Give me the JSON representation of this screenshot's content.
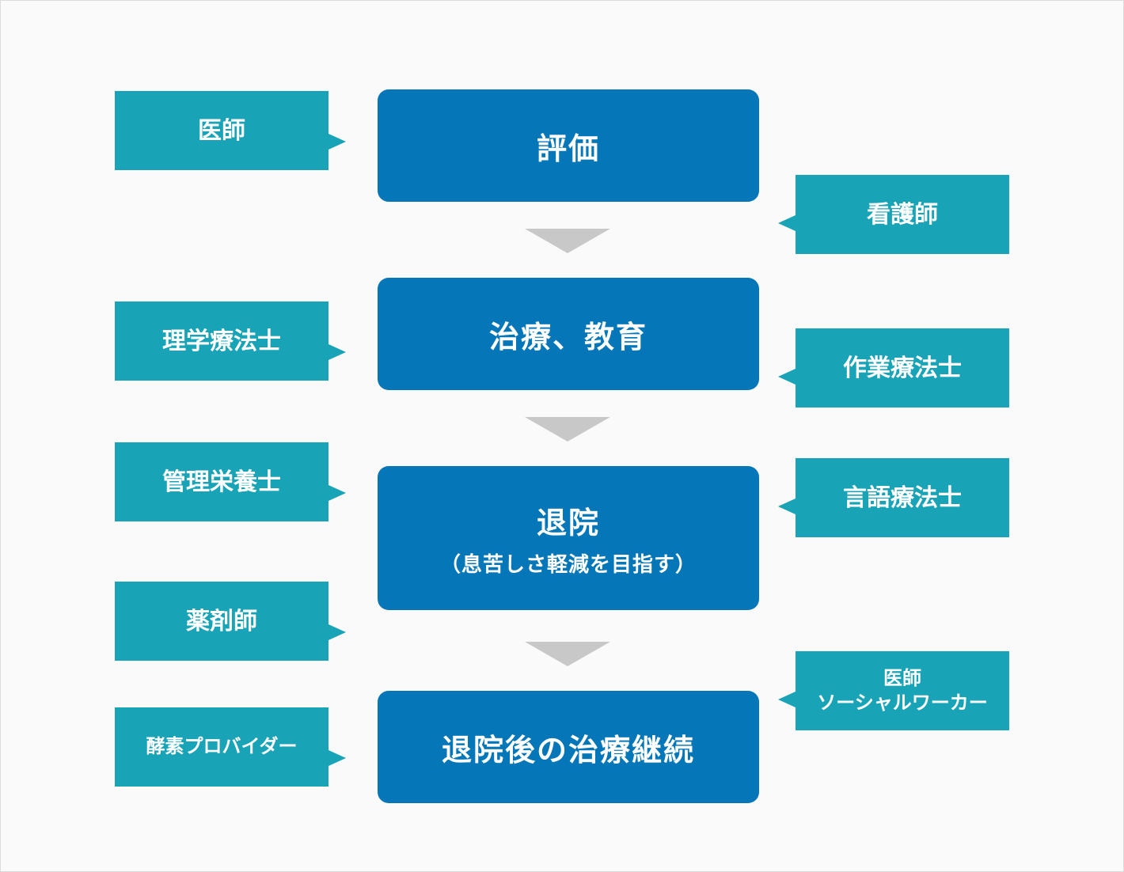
{
  "steps": [
    {
      "title": "評価",
      "subtitle": ""
    },
    {
      "title": "治療、教育",
      "subtitle": ""
    },
    {
      "title": "退院",
      "subtitle": "（息苦しさ軽減を目指す）"
    },
    {
      "title": "退院後の治療継続",
      "subtitle": ""
    }
  ],
  "roles_left": [
    "医師",
    "理学療法士",
    "管理栄養士",
    "薬剤師",
    "酵素プロバイダー"
  ],
  "roles_right": [
    {
      "line1": "看護師",
      "line2": ""
    },
    {
      "line1": "作業療法士",
      "line2": ""
    },
    {
      "line1": "言語療法士",
      "line2": ""
    },
    {
      "line1": "医師",
      "line2": "ソーシャルワーカー"
    }
  ],
  "colors": {
    "step": "#0577b8",
    "role": "#18a3b7",
    "arrow": "#c8c8c8",
    "background": "#fafafa"
  }
}
